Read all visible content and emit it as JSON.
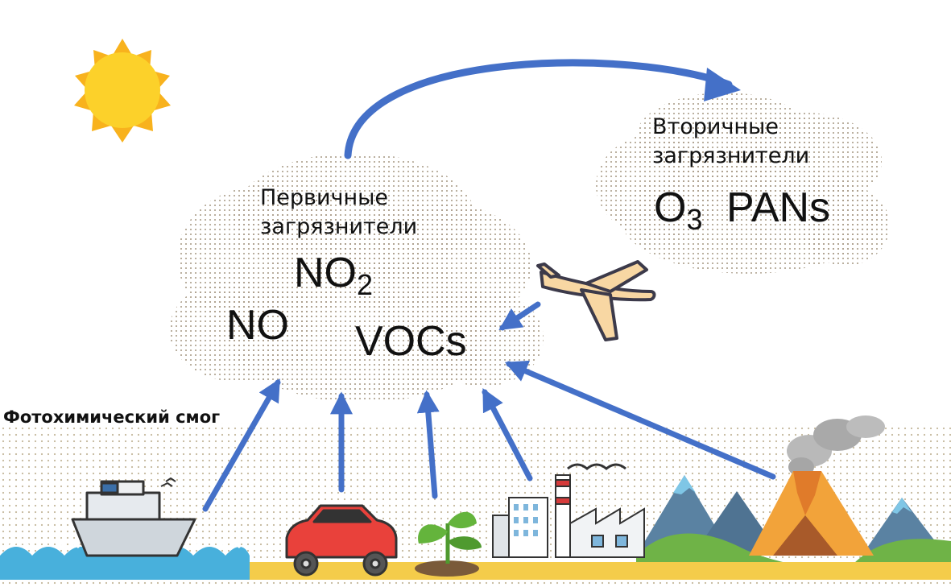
{
  "primary": {
    "title_line1": "Первичные",
    "title_line2": "загрязнители",
    "no2_base": "NO",
    "no2_sub": "2",
    "no": "NO",
    "vocs": "VOCs"
  },
  "secondary": {
    "title_line1": "Вторичные",
    "title_line2": "загрязнители",
    "o3_base": "O",
    "o3_sub": "3",
    "pans": "PANs"
  },
  "smog_label": "Фотохимический смог",
  "sources": [
    "ship-icon",
    "car-icon",
    "plant-icon",
    "factory-icon",
    "volcano-icon",
    "airplane-icon"
  ],
  "colors": {
    "arrow": "#4470c8",
    "sun_core": "#fcd12a",
    "sun_rays": "#f8b21d",
    "cloud_dots": "#a89a86",
    "ground_dots": "#c4b89c",
    "water": "#48b0dc",
    "car": "#e9413b",
    "volcano": "#f2a33a",
    "mountain": "#5a82a2"
  }
}
